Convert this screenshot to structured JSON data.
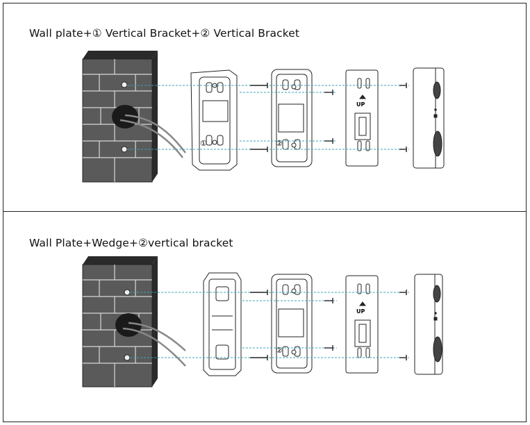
{
  "panels": [
    {
      "title": "Wall plate+① Vertical Bracket+② Vertical Bracket",
      "bracket_marks": [
        "①",
        "②"
      ],
      "up_label": "UP"
    },
    {
      "title": "Wall Plate+Wedge+②vertical bracket",
      "bracket_marks": [
        "②"
      ],
      "up_label": "UP"
    }
  ],
  "colors": {
    "wall_fill": "#5a5a5a",
    "wall_dark": "#2a2a2a",
    "guide_line": "#3aa6b8",
    "outline": "#222222"
  },
  "icons": [
    "brick-wall-icon",
    "bracket-icon",
    "wedge-icon",
    "wall-plate-icon",
    "doorbell-icon",
    "screw-icon"
  ]
}
